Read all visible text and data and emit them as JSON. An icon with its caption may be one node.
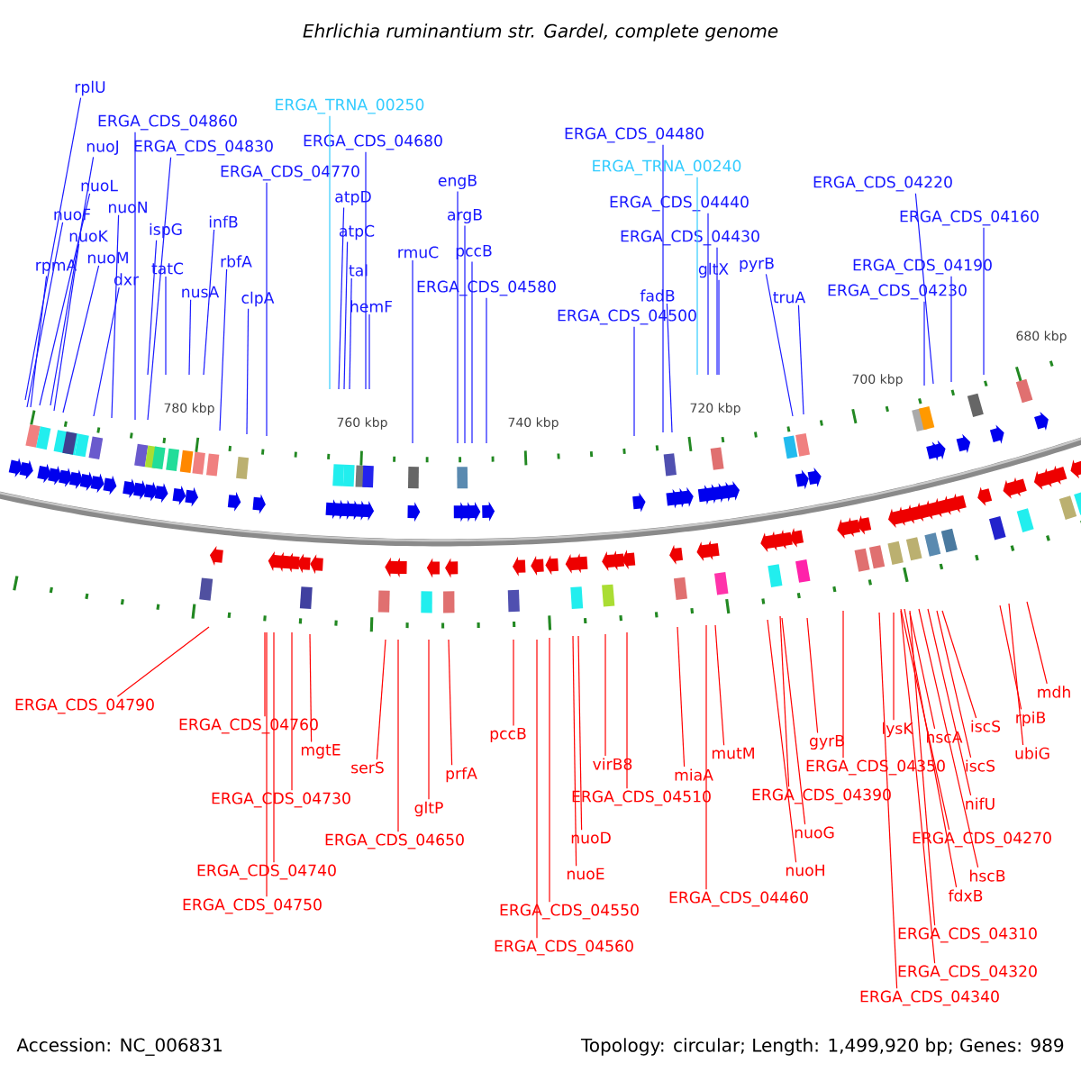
{
  "diagram": {
    "title": "Ehrlichia ruminantium str. Gardel, complete genome",
    "nodes": [
      {
        "text": [
          "rplU"
        ]
      },
      {
        "text": [
          "ERGA_CDS_04860"
        ]
      },
      {
        "text": [
          "nuoJ"
        ]
      },
      {
        "text": [
          "ERGA_CDS_04830"
        ]
      },
      {
        "text": [
          "nuoL"
        ]
      },
      {
        "text": [
          "nuoF"
        ]
      },
      {
        "text": [
          "nuoN"
        ]
      },
      {
        "text": [
          "nuoK"
        ]
      },
      {
        "text": [
          "ispG"
        ]
      },
      {
        "text": [
          "rpmA"
        ]
      },
      {
        "text": [
          "nuoM"
        ]
      },
      {
        "text": [
          "tatC"
        ]
      },
      {
        "text": [
          "dxr"
        ]
      },
      {
        "text": [
          "nusA"
        ]
      },
      {
        "text": [
          "infB"
        ]
      },
      {
        "text": [
          "rbfA"
        ]
      },
      {
        "text": [
          "clpA"
        ]
      },
      {
        "text": [
          "ERGA_CDS_04770"
        ]
      },
      {
        "text": [
          "ERGA_TRNA_00250"
        ]
      },
      {
        "text": [
          "ERGA_CDS_04680"
        ]
      },
      {
        "text": [
          "atpD"
        ]
      },
      {
        "text": [
          "atpC"
        ]
      },
      {
        "text": [
          "tal"
        ]
      },
      {
        "text": [
          "hemF"
        ]
      },
      {
        "text": [
          "rmuC"
        ]
      },
      {
        "text": [
          "engB"
        ]
      },
      {
        "text": [
          "argB"
        ]
      },
      {
        "text": [
          "pccB"
        ]
      },
      {
        "text": [
          "ERGA_CDS_04580"
        ]
      },
      {
        "text": [
          "ERGA_CDS_04480"
        ]
      },
      {
        "text": [
          "ERGA_TRNA_00240"
        ]
      },
      {
        "text": [
          "ERGA_CDS_04440"
        ]
      },
      {
        "text": [
          "ERGA_CDS_04430"
        ]
      },
      {
        "text": [
          "gltX"
        ]
      },
      {
        "text": [
          "pyrB"
        ]
      },
      {
        "text": [
          "fadB"
        ]
      },
      {
        "text": [
          "ERGA_CDS_04500"
        ]
      },
      {
        "text": [
          "truA"
        ]
      },
      {
        "text": [
          "ERGA_CDS_04220"
        ]
      },
      {
        "text": [
          "ERGA_CDS_04160"
        ]
      },
      {
        "text": [
          "ERGA_CDS_04190"
        ]
      },
      {
        "text": [
          "ERGA_CDS_04230"
        ]
      },
      {
        "text": [
          "ERGA_CDS_04790"
        ]
      },
      {
        "text": [
          "ERGA_CDS_04760"
        ]
      },
      {
        "text": [
          "mgtE"
        ]
      },
      {
        "text": [
          "ERGA_CDS_04730"
        ]
      },
      {
        "text": [
          "ERGA_CDS_04740"
        ]
      },
      {
        "text": [
          "ERGA_CDS_04750"
        ]
      },
      {
        "text": [
          "serS"
        ]
      },
      {
        "text": [
          "ERGA_CDS_04650"
        ]
      },
      {
        "text": [
          "gltP"
        ]
      },
      {
        "text": [
          "prfA"
        ]
      },
      {
        "text": [
          "pccB"
        ]
      },
      {
        "text": [
          "ERGA_CDS_04560"
        ]
      },
      {
        "text": [
          "ERGA_CDS_04550"
        ]
      },
      {
        "text": [
          "nuoE"
        ]
      },
      {
        "text": [
          "nuoD"
        ]
      },
      {
        "text": [
          "virB8"
        ]
      },
      {
        "text": [
          "ERGA_CDS_04510"
        ]
      },
      {
        "text": [
          "miaA"
        ]
      },
      {
        "text": [
          "mutM"
        ]
      },
      {
        "text": [
          "ERGA_CDS_04460"
        ]
      },
      {
        "text": [
          "gyrB"
        ]
      },
      {
        "text": [
          "ERGA_CDS_04390"
        ]
      },
      {
        "text": [
          "nuoG"
        ]
      },
      {
        "text": [
          "nuoH"
        ]
      },
      {
        "text": [
          "ERGA_CDS_04350"
        ]
      },
      {
        "text": [
          "lysK"
        ]
      },
      {
        "text": [
          "hscA"
        ]
      },
      {
        "text": [
          "iscS"
        ]
      },
      {
        "text": [
          "iscS"
        ]
      },
      {
        "text": [
          "nifU"
        ]
      },
      {
        "text": [
          "ERGA_CDS_04270"
        ]
      },
      {
        "text": [
          "hscB"
        ]
      },
      {
        "text": [
          "fdxB"
        ]
      },
      {
        "text": [
          "ERGA_CDS_04310"
        ]
      },
      {
        "text": [
          "ERGA_CDS_04320"
        ]
      },
      {
        "text": [
          "ERGA_CDS_04340"
        ]
      },
      {
        "text": [
          "rpiB"
        ]
      },
      {
        "text": [
          "ubiG"
        ]
      },
      {
        "text": [
          "mdh"
        ]
      }
    ],
    "edges": [
      {
        "from": 0,
        "to": null,
        "arrow": "none"
      },
      {
        "from": 1,
        "to": null,
        "arrow": "none"
      },
      {
        "from": 2,
        "to": null,
        "arrow": "none"
      },
      {
        "from": 3,
        "to": null,
        "arrow": "none"
      },
      {
        "from": 4,
        "to": null,
        "arrow": "none"
      },
      {
        "from": 5,
        "to": null,
        "arrow": "none"
      },
      {
        "from": 6,
        "to": null,
        "arrow": "none"
      },
      {
        "from": 7,
        "to": null,
        "arrow": "none"
      },
      {
        "from": 8,
        "to": null,
        "arrow": "none"
      },
      {
        "from": 9,
        "to": null,
        "arrow": "none"
      },
      {
        "from": 10,
        "to": null,
        "arrow": "none"
      },
      {
        "from": 11,
        "to": null,
        "arrow": "none"
      },
      {
        "from": 12,
        "to": null,
        "arrow": "none"
      },
      {
        "from": 13,
        "to": null,
        "arrow": "none"
      },
      {
        "from": 14,
        "to": null,
        "arrow": "none"
      },
      {
        "from": 15,
        "to": null,
        "arrow": "none"
      },
      {
        "from": 16,
        "to": null,
        "arrow": "none"
      },
      {
        "from": 17,
        "to": null,
        "arrow": "none"
      },
      {
        "from": 18,
        "to": null,
        "arrow": "none",
        "color": "#33ccff"
      },
      {
        "from": 19,
        "to": null,
        "arrow": "none"
      },
      {
        "from": 20,
        "to": null,
        "arrow": "none"
      },
      {
        "from": 21,
        "to": null,
        "arrow": "none"
      },
      {
        "from": 22,
        "to": null,
        "arrow": "none"
      },
      {
        "from": 23,
        "to": null,
        "arrow": "none"
      },
      {
        "from": 24,
        "to": null,
        "arrow": "none"
      },
      {
        "from": 25,
        "to": null,
        "arrow": "none"
      },
      {
        "from": 26,
        "to": null,
        "arrow": "none"
      },
      {
        "from": 27,
        "to": null,
        "arrow": "none"
      },
      {
        "from": 28,
        "to": null,
        "arrow": "none"
      },
      {
        "from": 29,
        "to": null,
        "arrow": "none"
      },
      {
        "from": 30,
        "to": null,
        "arrow": "none",
        "color": "#33ccff"
      },
      {
        "from": 31,
        "to": null,
        "arrow": "none"
      },
      {
        "from": 32,
        "to": null,
        "arrow": "none"
      },
      {
        "from": 33,
        "to": null,
        "arrow": "none"
      },
      {
        "from": 34,
        "to": null,
        "arrow": "none"
      },
      {
        "from": 35,
        "to": null,
        "arrow": "none"
      },
      {
        "from": 36,
        "to": null,
        "arrow": "none"
      },
      {
        "from": 37,
        "to": null,
        "arrow": "none"
      },
      {
        "from": 38,
        "to": null,
        "arrow": "none"
      },
      {
        "from": 39,
        "to": null,
        "arrow": "none"
      },
      {
        "from": 40,
        "to": null,
        "arrow": "none"
      },
      {
        "from": 41,
        "to": null,
        "arrow": "none"
      },
      {
        "from": 42,
        "to": null,
        "arrow": "none",
        "color": "#ff0000"
      },
      {
        "from": 43,
        "to": null,
        "arrow": "none",
        "color": "#ff0000"
      },
      {
        "from": 44,
        "to": null,
        "arrow": "none",
        "color": "#ff0000"
      },
      {
        "from": 45,
        "to": null,
        "arrow": "none",
        "color": "#ff0000"
      },
      {
        "from": 46,
        "to": null,
        "arrow": "none",
        "color": "#ff0000"
      },
      {
        "from": 47,
        "to": null,
        "arrow": "none",
        "color": "#ff0000"
      },
      {
        "from": 48,
        "to": null,
        "arrow": "none",
        "color": "#ff0000"
      },
      {
        "from": 49,
        "to": null,
        "arrow": "none",
        "color": "#ff0000"
      },
      {
        "from": 50,
        "to": null,
        "arrow": "none",
        "color": "#ff0000"
      },
      {
        "from": 51,
        "to": null,
        "arrow": "none",
        "color": "#ff0000"
      },
      {
        "from": 52,
        "to": null,
        "arrow": "none",
        "color": "#ff0000"
      },
      {
        "from": 53,
        "to": null,
        "arrow": "none",
        "color": "#ff0000"
      },
      {
        "from": 54,
        "to": null,
        "arrow": "none",
        "color": "#ff0000"
      },
      {
        "from": 55,
        "to": null,
        "arrow": "none",
        "color": "#ff0000"
      },
      {
        "from": 56,
        "to": null,
        "arrow": "none",
        "color": "#ff0000"
      },
      {
        "from": 57,
        "to": null,
        "arrow": "none",
        "color": "#ff0000"
      },
      {
        "from": 58,
        "to": null,
        "arrow": "none",
        "color": "#ff0000"
      },
      {
        "from": 59,
        "to": null,
        "arrow": "none",
        "color": "#ff0000"
      },
      {
        "from": 60,
        "to": null,
        "arrow": "none",
        "color": "#ff0000"
      },
      {
        "from": 61,
        "to": null,
        "arrow": "none",
        "color": "#ff0000"
      },
      {
        "from": 62,
        "to": null,
        "arrow": "none",
        "color": "#ff0000"
      },
      {
        "from": 63,
        "to": null,
        "arrow": "none",
        "color": "#ff0000"
      },
      {
        "from": 64,
        "to": null,
        "arrow": "none",
        "color": "#ff0000"
      },
      {
        "from": 65,
        "to": null,
        "arrow": "none",
        "color": "#ff0000"
      },
      {
        "from": 66,
        "to": null,
        "arrow": "none",
        "color": "#ff0000"
      },
      {
        "from": 67,
        "to": null,
        "arrow": "none",
        "color": "#ff0000"
      },
      {
        "from": 68,
        "to": null,
        "arrow": "none",
        "color": "#ff0000"
      },
      {
        "from": 69,
        "to": null,
        "arrow": "none",
        "color": "#ff0000"
      },
      {
        "from": 70,
        "to": null,
        "arrow": "none",
        "color": "#ff0000"
      },
      {
        "from": 71,
        "to": null,
        "arrow": "none",
        "color": "#ff0000"
      },
      {
        "from": 72,
        "to": null,
        "arrow": "none",
        "color": "#ff0000"
      },
      {
        "from": 73,
        "to": null,
        "arrow": "none",
        "color": "#ff0000"
      },
      {
        "from": 74,
        "to": null,
        "arrow": "none",
        "color": "#ff0000"
      },
      {
        "from": 75,
        "to": null,
        "arrow": "none",
        "color": "#ff0000"
      },
      {
        "from": 76,
        "to": null,
        "arrow": "none",
        "color": "#ff0000"
      },
      {
        "from": 77,
        "to": null,
        "arrow": "none",
        "color": "#ff0000"
      },
      {
        "from": 78,
        "to": null,
        "arrow": "none",
        "color": "#ff0000"
      },
      {
        "from": 79,
        "to": null,
        "arrow": "none",
        "color": "#ff0000"
      },
      {
        "from": 80,
        "to": null,
        "arrow": "none",
        "color": "#ff0000"
      }
    ],
    "labels": [
      "680 kbp",
      "700 kbp",
      "720 kbp",
      "780 kbp",
      "760 kbp",
      "740 kbp",
      "Accession: NC_006831",
      "Topology: circular; Length: 1,499,920 bp; Genes: 989"
    ]
  }
}
